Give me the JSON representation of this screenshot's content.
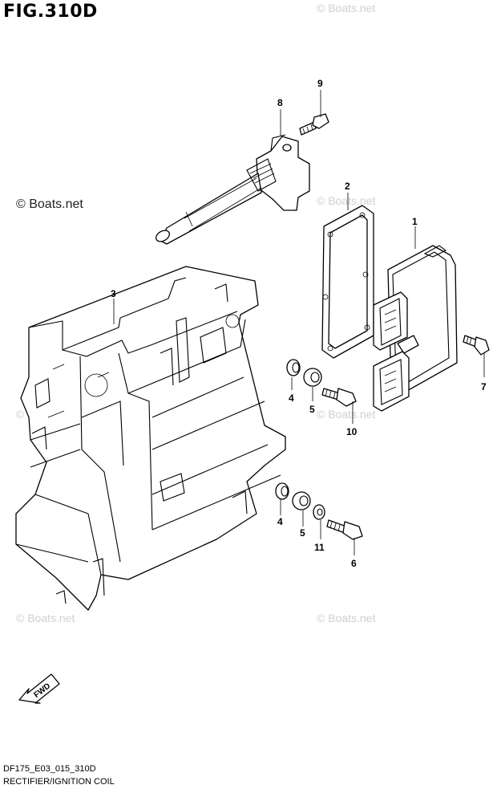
{
  "figure": {
    "title": "FIG.310D",
    "code": "DF175_E03_015_310D",
    "name": "RECTIFIER/IGNITION COIL"
  },
  "watermark": {
    "text": "© Boats.net"
  },
  "callouts": [
    {
      "label": "1"
    },
    {
      "label": "2"
    },
    {
      "label": "3"
    },
    {
      "label": "4"
    },
    {
      "label": "4"
    },
    {
      "label": "5"
    },
    {
      "label": "5"
    },
    {
      "label": "6"
    },
    {
      "label": "7"
    },
    {
      "label": "8"
    },
    {
      "label": "9"
    },
    {
      "label": "10"
    },
    {
      "label": "11"
    }
  ],
  "fwd_marker": {
    "text": "FWD"
  }
}
